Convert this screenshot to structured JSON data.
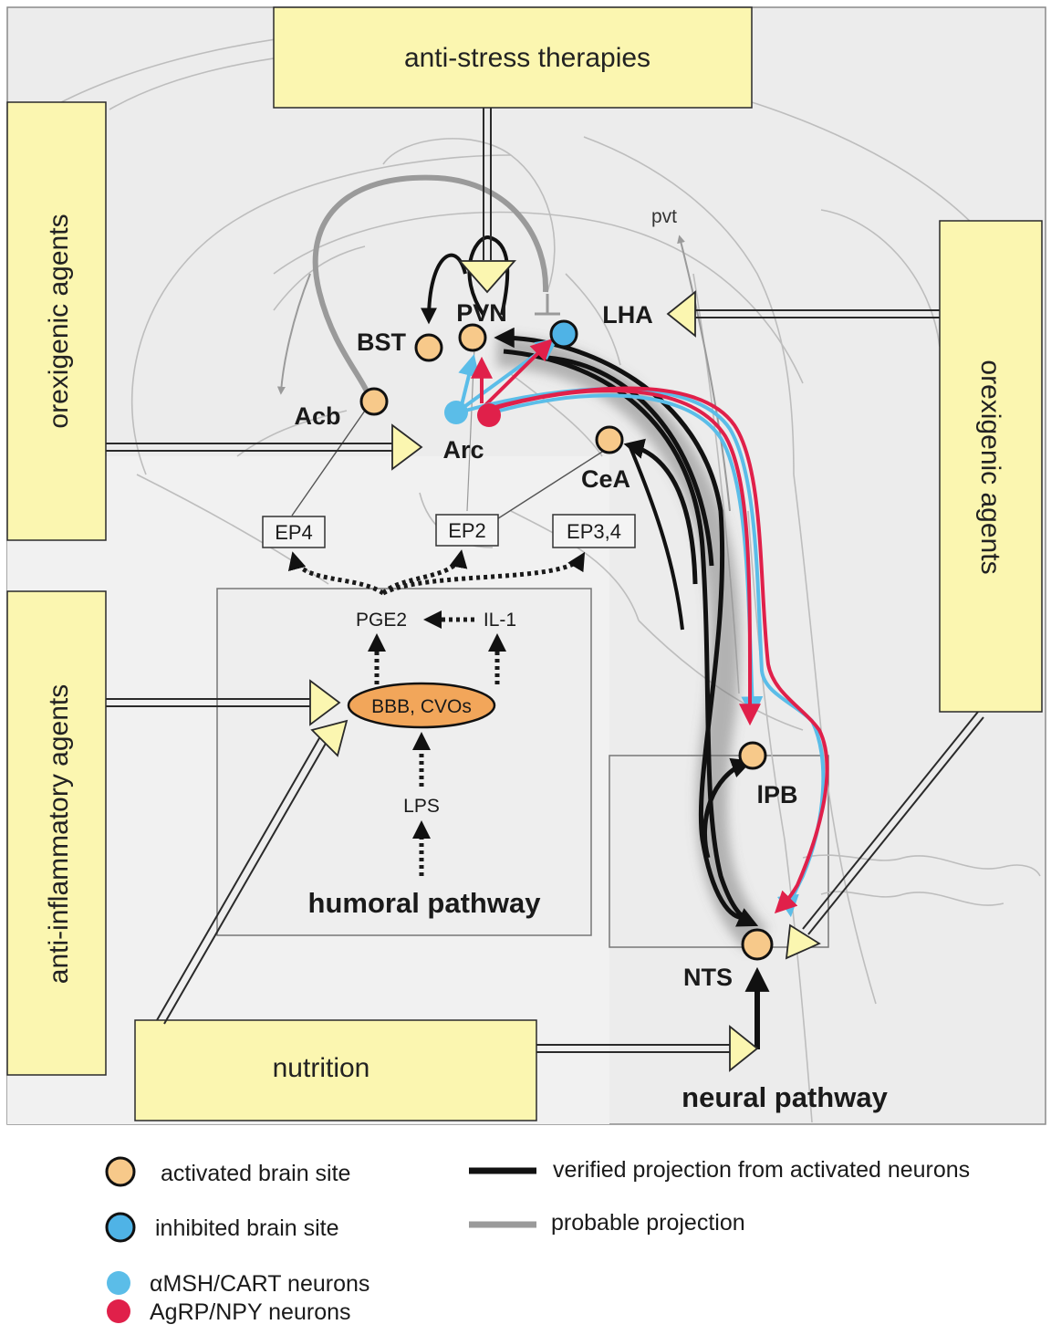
{
  "boxes": {
    "anti_stress": "anti-stress therapies",
    "orexigenic_left": "orexigenic agents",
    "orexigenic_right": "orexigenic agents",
    "anti_inflammatory": "anti-inflammatory agents",
    "nutrition": "nutrition"
  },
  "regions": {
    "pvn": "PVN",
    "bst": "BST",
    "lha": "LHA",
    "acb": "Acb",
    "arc": "Arc",
    "cea": "CeA",
    "ipb": "lPB",
    "nts": "NTS",
    "pvt": "pvt"
  },
  "humoral": {
    "ep4": "EP4",
    "ep2": "EP2",
    "ep34": "EP3,4",
    "pge2": "PGE2",
    "il1": "IL-1",
    "bbb": "BBB, CVOs",
    "lps": "LPS",
    "pathway": "humoral pathway"
  },
  "neural_pathway": "neural pathway",
  "legend": {
    "activated": "activated brain site",
    "inhibited": "inhibited brain site",
    "msh": "αMSH/CART neurons",
    "agrp": "AgRP/NPY neurons",
    "verified": "verified projection from activated neurons",
    "probable": "probable projection"
  },
  "colors": {
    "activated_fill": "#f7c98a",
    "inhibited_fill": "#4fb3e6",
    "msh": "#5bbde8",
    "agrp": "#e0204a",
    "box_fill": "#fbf6b0",
    "verified": "#111111",
    "probable": "#9a9a9a"
  }
}
